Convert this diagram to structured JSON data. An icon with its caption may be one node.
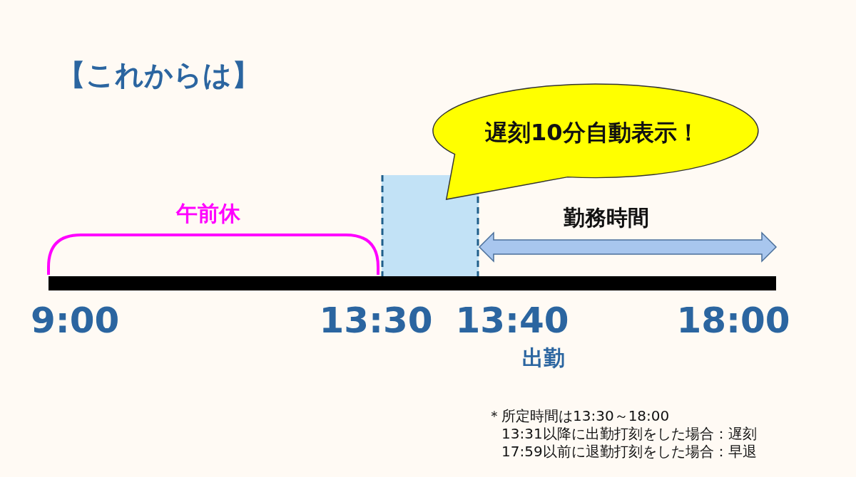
{
  "diagram": {
    "title": "【これからは】",
    "nodes": [
      {
        "text": [
          "遅刻10分自動表示！"
        ]
      }
    ],
    "labels": [
      "午前休",
      "勤務時間",
      "9:00",
      "13:30",
      "13:40",
      "18:00",
      "出勤",
      "＊所定時間は13:30～18:00",
      "13:31以降に出勤打刻をした場合：遅刻",
      "17:59以前に退勤打刻をした場合：早退"
    ]
  }
}
